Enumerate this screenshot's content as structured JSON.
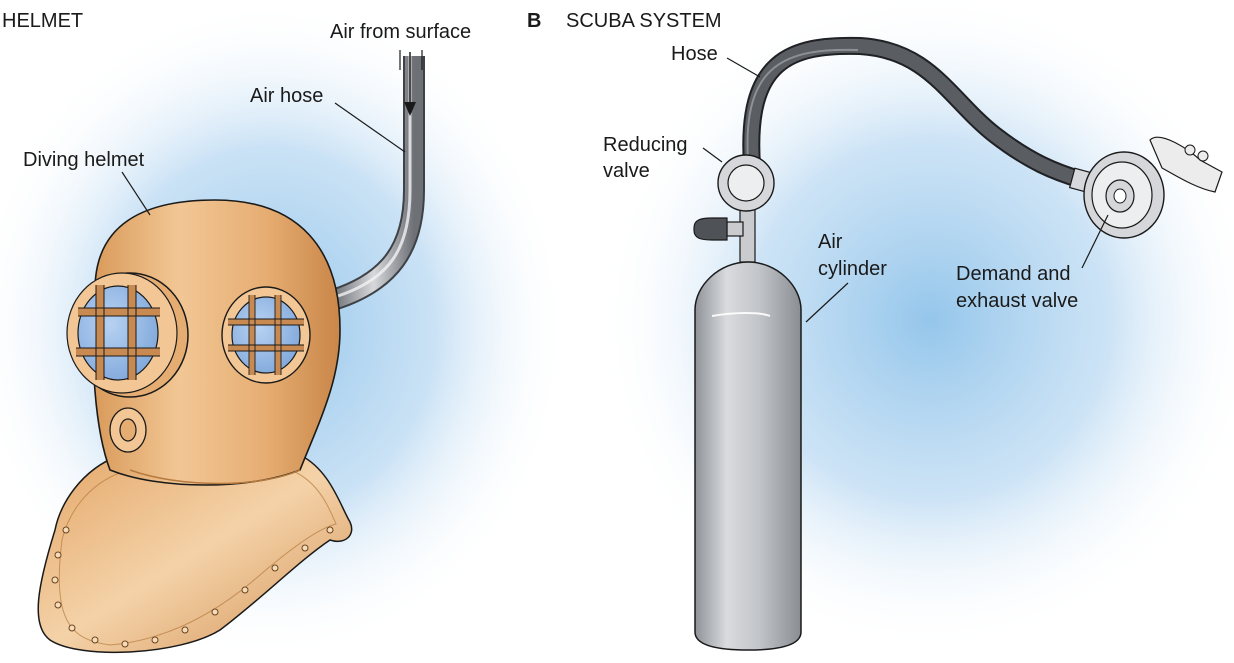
{
  "panel_a": {
    "title": "HELMET",
    "labels": {
      "air_from_surface": "Air from surface",
      "air_hose": "Air hose",
      "diving_helmet": "Diving helmet"
    }
  },
  "panel_b": {
    "letter": "B",
    "title": "SCUBA SYSTEM",
    "labels": {
      "hose": "Hose",
      "reducing_valve_1": "Reducing",
      "reducing_valve_2": "valve",
      "air_cylinder_1": "Air",
      "air_cylinder_2": "cylinder",
      "demand_valve_1": "Demand and",
      "demand_valve_2": "exhaust valve"
    }
  },
  "colors": {
    "water_glow": "#8fc3ea",
    "helmet_copper": "#e8b27a",
    "helmet_shadow": "#c98c4e",
    "window_blue": "#8fb7e6",
    "cylinder_gray": "#b9bcc0",
    "hose_dark": "#4a4d52"
  }
}
